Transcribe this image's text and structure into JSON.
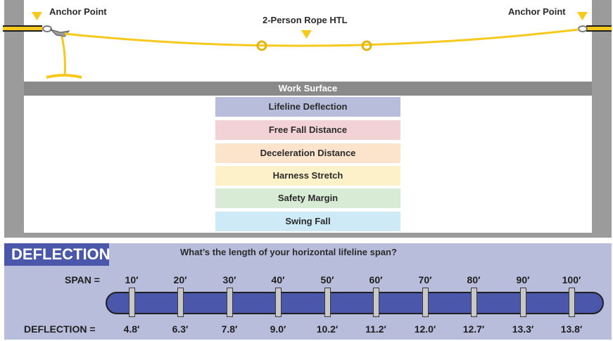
{
  "top": {
    "anchor_left": "Anchor Point",
    "anchor_right": "Anchor Point",
    "rope_label": "2-Person Rope HTL",
    "work_surface": "Work Surface"
  },
  "distances": [
    {
      "label": "Lifeline Deflection",
      "color": "#b9bddc"
    },
    {
      "label": "Free Fall Distance",
      "color": "#f3d2d5"
    },
    {
      "label": "Deceleration Distance",
      "color": "#fbe3cc"
    },
    {
      "label": "Harness Stretch",
      "color": "#fcf1c8"
    },
    {
      "label": "Safety Margin",
      "color": "#d8ecd5"
    },
    {
      "label": "Swing Fall",
      "color": "#cdeaf6"
    }
  ],
  "deflection": {
    "tab": "DEFLECTION",
    "question": "What’s the length of your horizontal lifeline span?",
    "span_label": "SPAN =",
    "deflection_label": "DEFLECTION =",
    "spans": [
      "10′",
      "20′",
      "30′",
      "40′",
      "50′",
      "60′",
      "70′",
      "80′",
      "90′",
      "100′"
    ],
    "deflections": [
      "4.8′",
      "6.3′",
      "7.8′",
      "9.0′",
      "10.2′",
      "11.2′",
      "12.0′",
      "12.7′",
      "13.3′",
      "13.8′"
    ]
  },
  "colors": {
    "rope": "#f6c91c",
    "accent": "#4a57ab",
    "panel": "#b9bddc",
    "pillar": "#9b9b9b"
  }
}
